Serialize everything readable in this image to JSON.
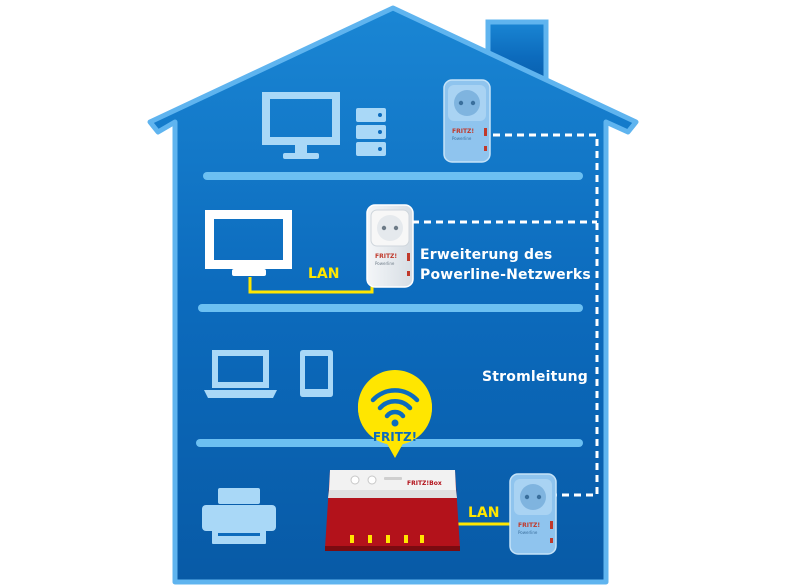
{
  "labels": {
    "extension_line1": "Erweiterung des",
    "extension_line2": "Powerline-Netzwerks",
    "power_line": "Stromleitung",
    "lan_top": "LAN",
    "lan_bottom": "LAN"
  },
  "devices": {
    "bubble_text": "FRITZ!",
    "adapter_logo": "FRITZ!",
    "adapter_sub": "Powerline",
    "router_logo": "FRITZ!Box"
  },
  "colors": {
    "house_fill": "#0c6bbd",
    "house_outline": "#5fb4ef",
    "floor": "#6cc0f2",
    "device_icon": "#a9d8f7",
    "lan_cable": "#ffe600",
    "powerline_dash": "#ffffff",
    "router_red": "#b3121b",
    "wifi_bubble": "#ffe600"
  },
  "icons": [
    "desktop-monitor-icon",
    "nas-server-icon",
    "tv-icon",
    "laptop-icon",
    "smartphone-icon",
    "printer-icon",
    "wifi-icon",
    "power-socket-icon"
  ]
}
